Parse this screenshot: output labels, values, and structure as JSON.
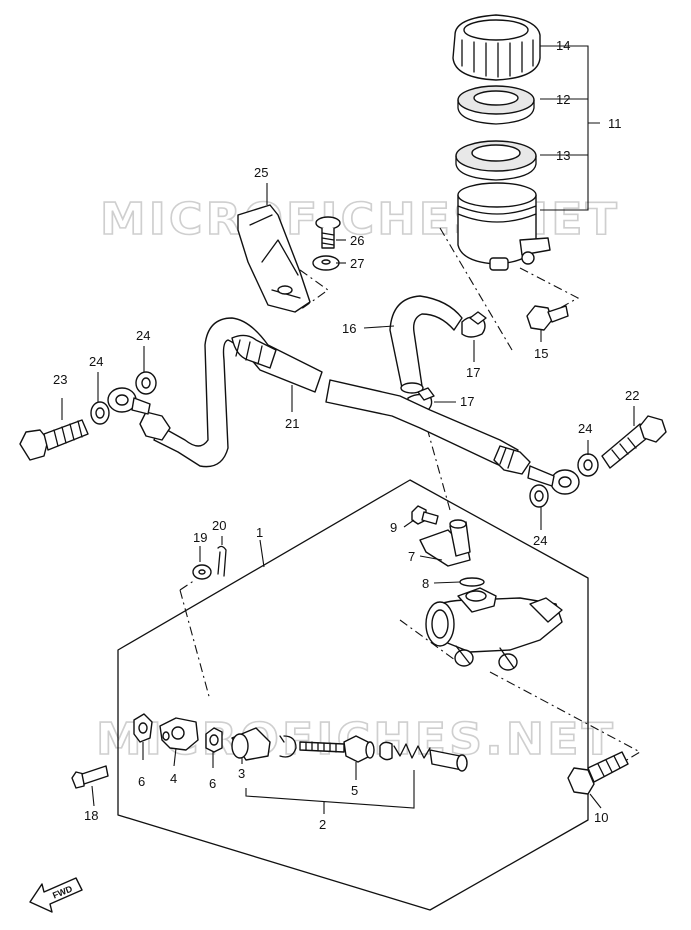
{
  "watermark": "MICROFICHES.NET",
  "fwd_label": "FWD",
  "callouts": {
    "c1": "1",
    "c2": "2",
    "c3": "3",
    "c4": "4",
    "c5": "5",
    "c6a": "6",
    "c6b": "6",
    "c7": "7",
    "c8": "8",
    "c9": "9",
    "c10": "10",
    "c11": "11",
    "c12": "12",
    "c13": "13",
    "c14": "14",
    "c15": "15",
    "c16": "16",
    "c17a": "17",
    "c17b": "17",
    "c18": "18",
    "c19": "19",
    "c20": "20",
    "c21": "21",
    "c22": "22",
    "c23": "23",
    "c24a": "24",
    "c24b": "24",
    "c24c": "24",
    "c24d": "24",
    "c25": "25",
    "c26": "26",
    "c27": "27"
  }
}
